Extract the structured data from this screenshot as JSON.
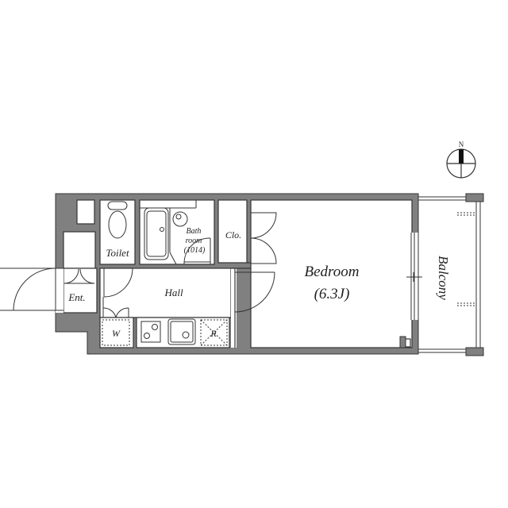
{
  "compass": {
    "north_label": "N"
  },
  "rooms": {
    "toilet": "Toilet",
    "bath_line1": "Bath",
    "bath_line2": "room",
    "bath_line3": "(1014)",
    "closet": "Clo.",
    "bedroom": "Bedroom",
    "bedroom_size": "(6.3J)",
    "hall": "Hall",
    "entrance": "Ent.",
    "washer": "W",
    "refrigerator": "R",
    "balcony": "Balcony"
  },
  "colors": {
    "wall": "#808080",
    "line": "#333333",
    "background": "#ffffff"
  }
}
